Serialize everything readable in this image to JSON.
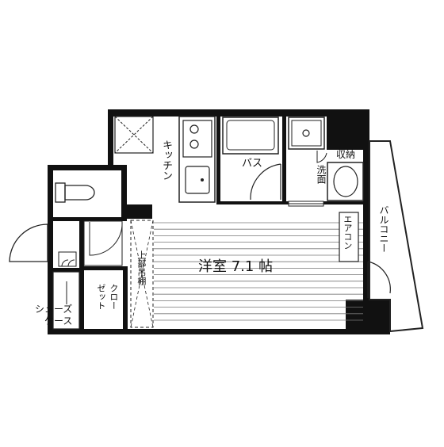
{
  "rooms": {
    "kitchen": "キッチン",
    "bath": "バス",
    "storage": "収納",
    "washroom": "洗面",
    "balcony": "バルコニー",
    "aircon": "エアコン",
    "upper_shelf": "上部吊棚",
    "closet_col1": "クロー",
    "closet_col2": "ゼット",
    "western_room": "洋室 7.1 帖",
    "shoe_case_line1": "シューズ",
    "shoe_case_line2": "ケース"
  },
  "colors": {
    "wall": "#111111",
    "line": "#222222",
    "background": "#ffffff"
  }
}
